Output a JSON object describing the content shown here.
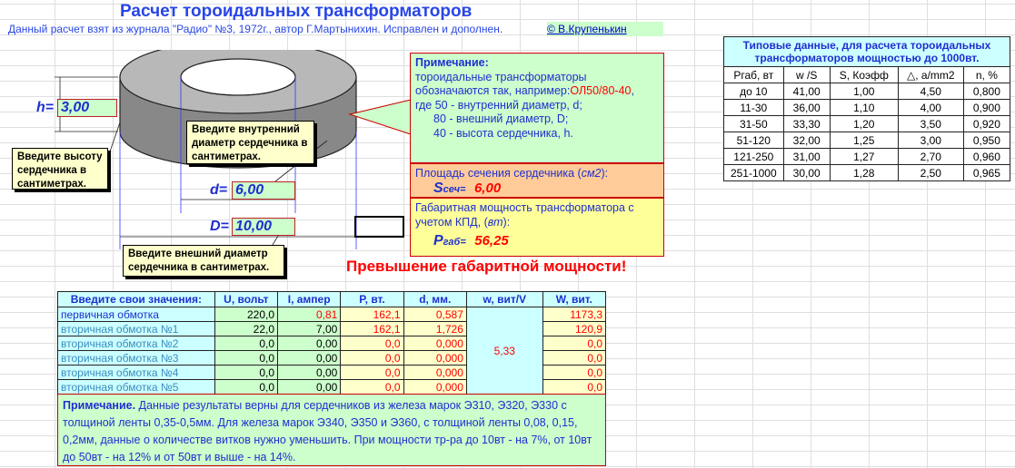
{
  "header": {
    "title": "Расчет тороидальных трансформаторов",
    "subtitle": "Данный расчет взят из журнала \"Радио\" №3, 1972г., автор Г.Мартынихин. Исправлен и дополнен.",
    "author_link": "© В.Крупенькин"
  },
  "inputs": {
    "h_label": "h=",
    "h_value": "3,00",
    "d_label": "d=",
    "d_value": "6,00",
    "D_label": "D=",
    "D_value": "10,00"
  },
  "callouts": {
    "height": "Введите высоту сердечника в сантиметрах.",
    "inner": "Введите внутренний диаметр сердечника в сантиметрах.",
    "outer": "Введите внешний диаметр сердечника в сантиметрах."
  },
  "note": {
    "title": "Примечание:",
    "line1": "тороидальные трансформаторы",
    "line2_prefix": "обозначаются так, например:",
    "line2_code": "ОЛ50/80-40",
    "line2_suffix": ",",
    "line3": "где 50 - внутренний диаметр, d;",
    "line4": "80 - внешний диаметр, D;",
    "line5": "40 - высота сердечника, h."
  },
  "area": {
    "label": "Площадь сечения сердечника (",
    "unit": "см2",
    "label_end": "):",
    "sym": "S",
    "sub": "сеч=",
    "value": "6,00"
  },
  "power": {
    "label": "Габаритная мощность трансформатора с учетом КПД, (",
    "unit": "вт",
    "label_end": "):",
    "sym": "P",
    "sub": "габ=",
    "value": "56,25"
  },
  "warning": "Превышение габаритной мощности!",
  "typical": {
    "title": "Типовые данные, для расчета тороидальных трансформаторов мощностью до 1000вт.",
    "headers": [
      "Pгаб, вт",
      "w /S",
      "S, Коэфф",
      "△, а/mm2",
      "n, %"
    ],
    "rows": [
      [
        "до 10",
        "41,00",
        "1,00",
        "4,50",
        "0,800"
      ],
      [
        "11-30",
        "36,00",
        "1,10",
        "4,00",
        "0,900"
      ],
      [
        "31-50",
        "33,30",
        "1,20",
        "3,50",
        "0,920"
      ],
      [
        "51-120",
        "32,00",
        "1,25",
        "3,00",
        "0,950"
      ],
      [
        "121-250",
        "31,00",
        "1,27",
        "2,70",
        "0,960"
      ],
      [
        "251-1000",
        "30,00",
        "1,28",
        "2,50",
        "0,965"
      ]
    ]
  },
  "calc": {
    "headers": [
      "Введите свои значения:",
      "U, вольт",
      "I, ампер",
      "P, вт.",
      "d, мм.",
      "w, вит/V",
      "W, вит."
    ],
    "w_per_volt": "5,33",
    "rows": [
      {
        "name": "первичная обмотка",
        "u": "220,0",
        "i": "0,81",
        "p": "162,1",
        "d": "0,587",
        "w": "1173,3"
      },
      {
        "name": "вторичная обмотка №1",
        "u": "22,0",
        "i": "7,00",
        "p": "162,1",
        "d": "1,726",
        "w": "120,9"
      },
      {
        "name": "вторичная обмотка №2",
        "u": "0,0",
        "i": "0,00",
        "p": "0,0",
        "d": "0,000",
        "w": "0,0"
      },
      {
        "name": "вторичная обмотка №3",
        "u": "0,0",
        "i": "0,00",
        "p": "0,0",
        "d": "0,000",
        "w": "0,0"
      },
      {
        "name": "вторичная обмотка №4",
        "u": "0,0",
        "i": "0,00",
        "p": "0,0",
        "d": "0,000",
        "w": "0,0"
      },
      {
        "name": "вторичная обмотка №5",
        "u": "0,0",
        "i": "0,00",
        "p": "0,0",
        "d": "0,000",
        "w": "0,0"
      }
    ]
  },
  "bottom_note": {
    "title": "Примечание.",
    "text": "Данные результаты верны для сердечников из железа марок Э310, Э320, Э330 с толщиной ленты 0,35-0,5мм. Для железа марок Э340, Э350 и Э360, с толщиной ленты 0,08, 0,15, 0,2мм, данные о количестве витков нужно уменьшить. При мощности тр-ра до 10вт - на 7%, от 10вт до 50вт - на 12% и от 50вт и выше - на 14%."
  }
}
